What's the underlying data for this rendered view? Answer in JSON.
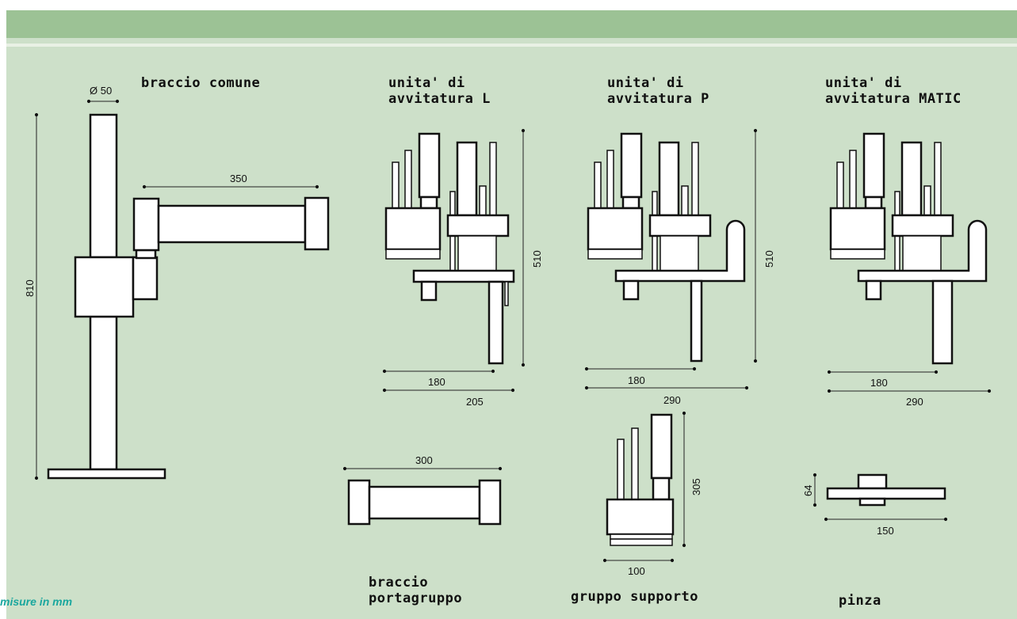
{
  "titles": {
    "braccio_comune": "braccio comune",
    "unita_l": "unita' di\navvitatura L",
    "unita_p": "unita' di\navvitatura P",
    "unita_matic": "unita' di\navvitatura MATIC",
    "braccio_portagruppo": "braccio\nportagruppo",
    "gruppo_supporto": "gruppo supporto",
    "pinza": "pinza"
  },
  "footnote": "misure in mm",
  "dimensions": {
    "arm_diameter": "Ø 50",
    "arm_height": "810",
    "arm_reach": "350",
    "unit_l_height": "510",
    "unit_l_width_inner": "180",
    "unit_l_width_outer": "205",
    "unit_p_height": "510",
    "unit_p_width_inner": "180",
    "unit_p_width_outer": "290",
    "unit_matic_width_inner": "180",
    "unit_matic_width_outer": "290",
    "portagruppo_length": "300",
    "supporto_height": "305",
    "supporto_width": "100",
    "pinza_height": "64",
    "pinza_width": "150"
  },
  "colors": {
    "header_band": "#9cc295",
    "background": "#cde0c9",
    "footnote": "#1aa79e"
  }
}
